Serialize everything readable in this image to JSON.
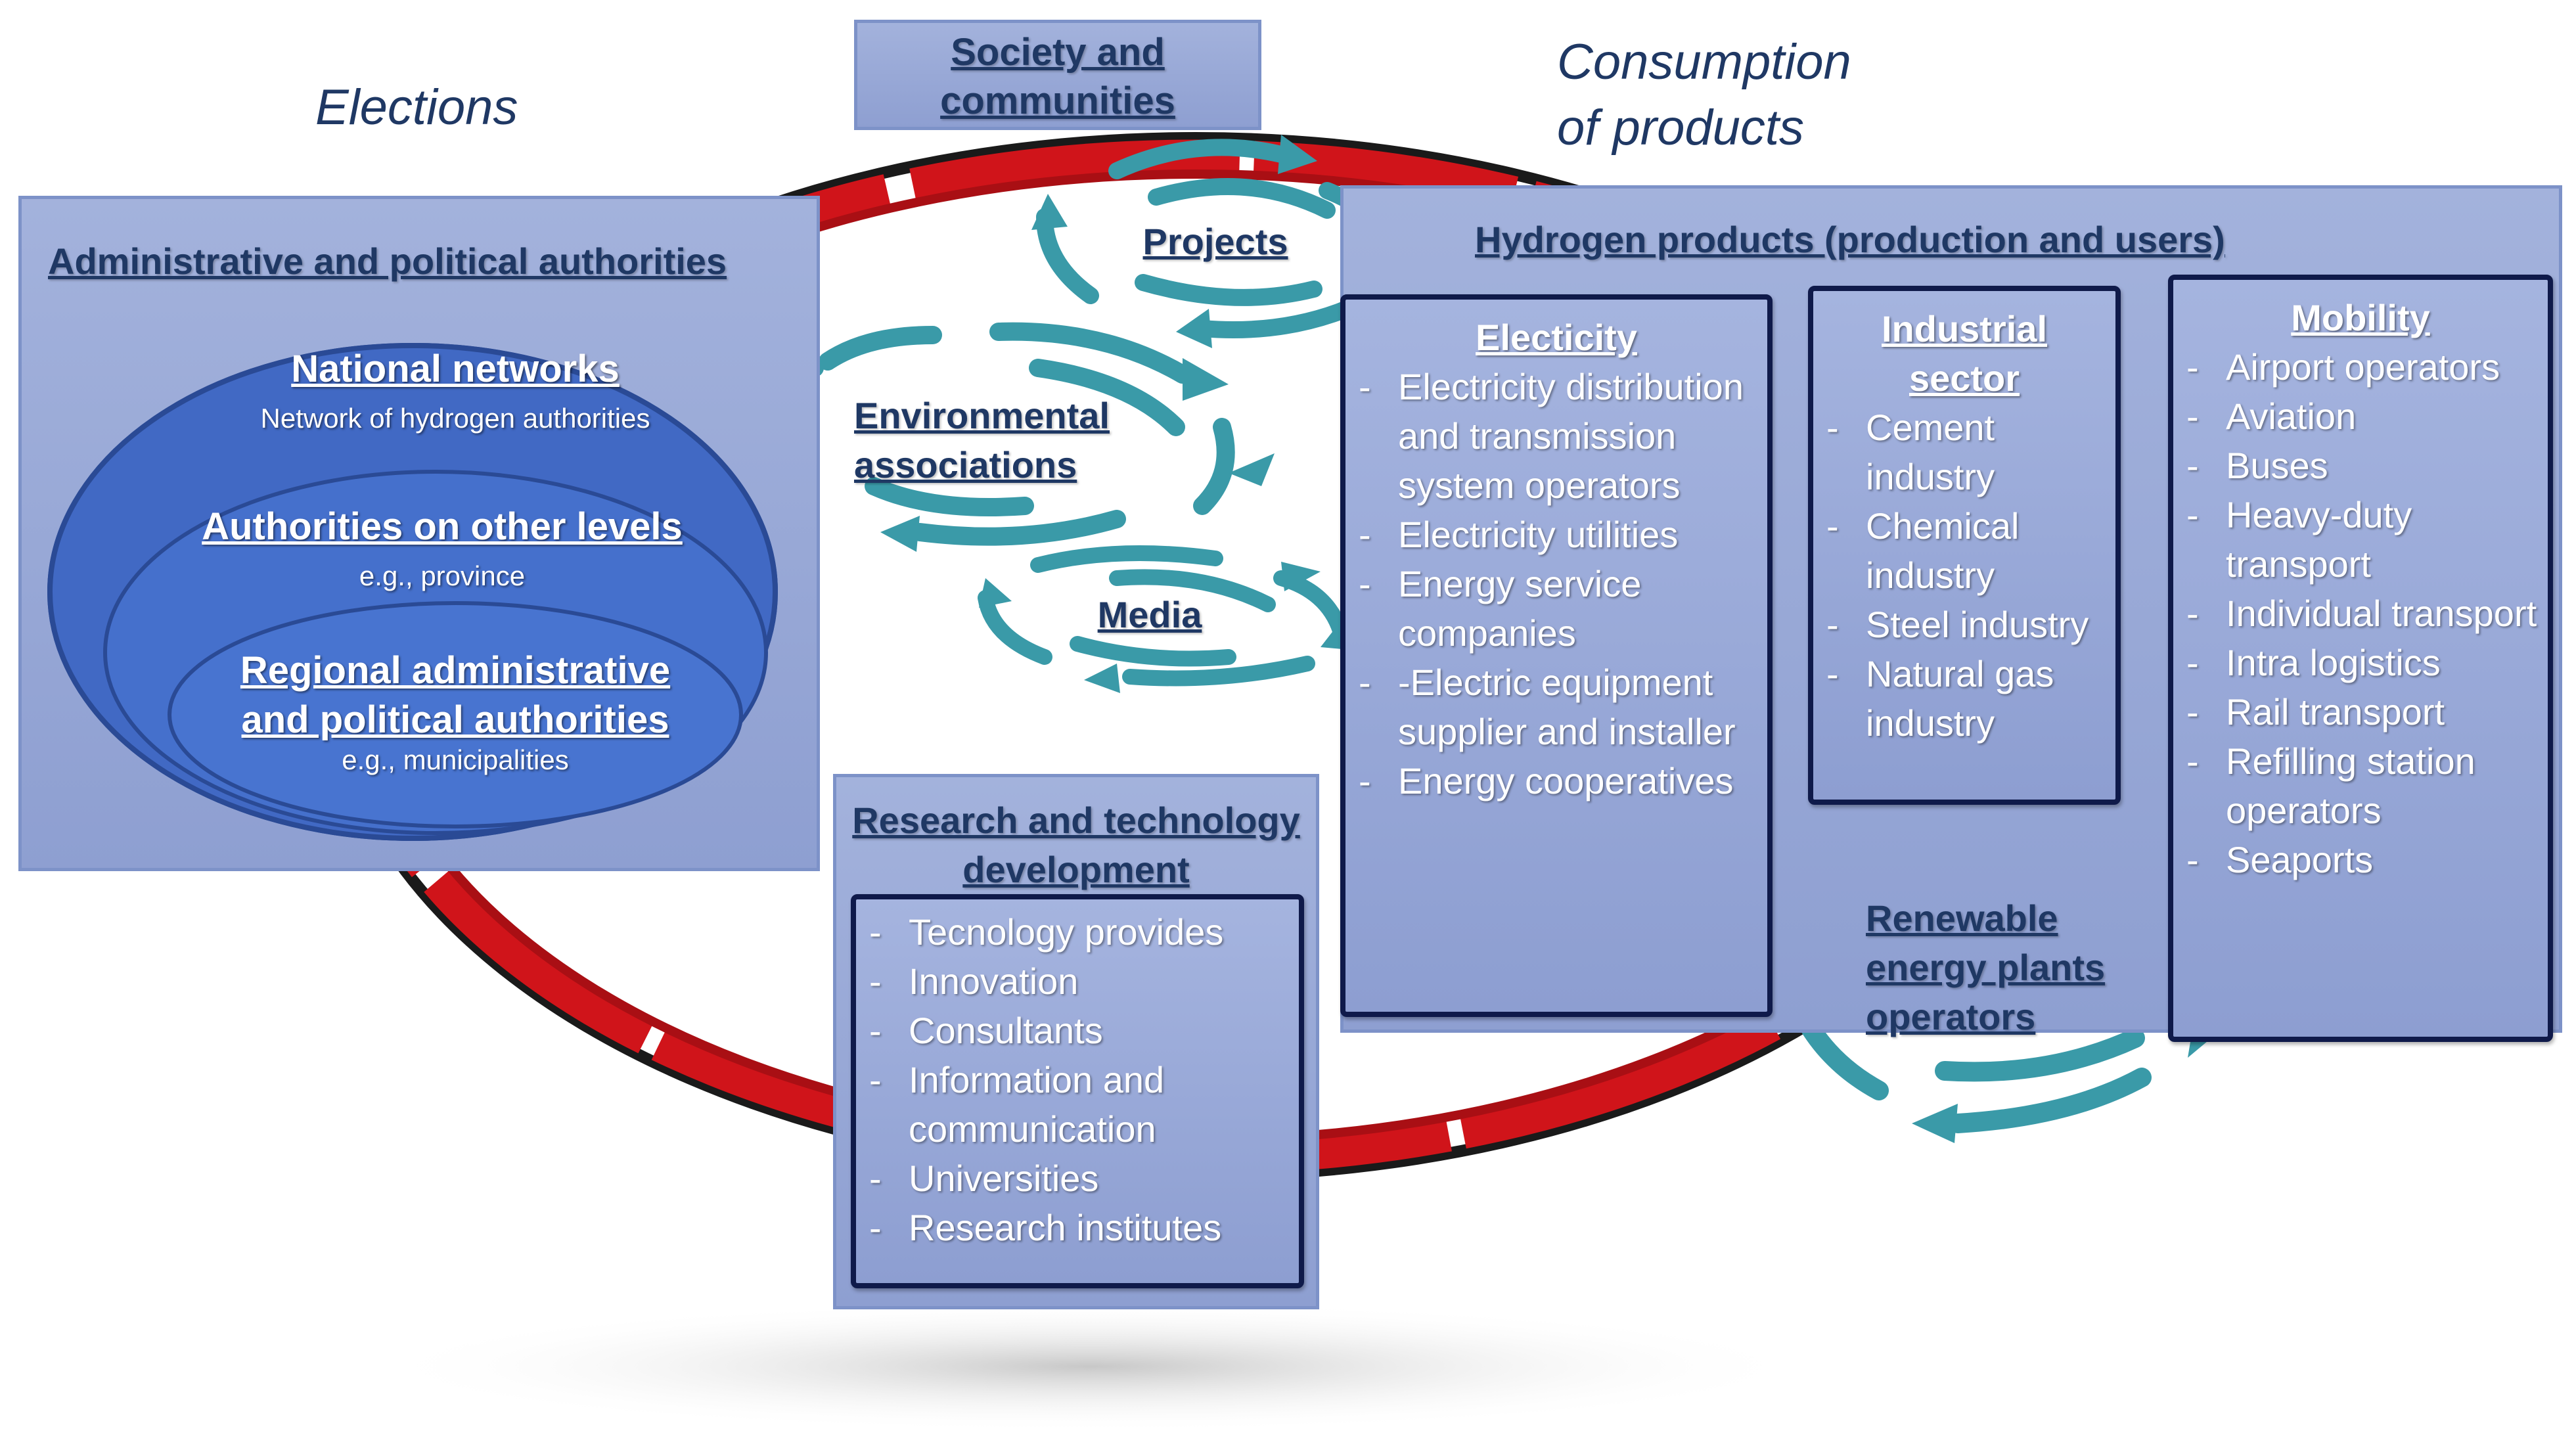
{
  "labels": {
    "elections": "Elections",
    "consumption": "Consumption\nof products"
  },
  "society": {
    "title": "Society and\ncommunities"
  },
  "authorities": {
    "title": "Administrative and political authorities",
    "national": {
      "title": "National networks",
      "sub": "Network of hydrogen authorities"
    },
    "other": {
      "title": "Authorities on other levels",
      "sub": "e.g., province"
    },
    "regional": {
      "title": "Regional administrative\nand political authorities",
      "sub": "e.g., municipalities"
    }
  },
  "swirls": {
    "projects": "Projects",
    "environmental": "Environmental\nassociations",
    "media": "Media",
    "renewable": "Renewable\nenergy plants\noperators"
  },
  "hydrogen": {
    "title": "Hydrogen products (production and users)",
    "electricity": {
      "title": "Electicity",
      "items": [
        "Electricity distribution and transmission system operators",
        "Electricity utilities",
        "Energy service companies",
        "-Electric equipment supplier and installer",
        "Energy cooperatives"
      ]
    },
    "industrial": {
      "title": "Industrial\nsector",
      "items": [
        "Cement industry",
        "Chemical industry",
        "Steel industry",
        "Natural gas industry"
      ]
    },
    "mobility": {
      "title": "Mobility",
      "items": [
        "Airport operators",
        "Aviation",
        "Buses",
        "Heavy-duty transport",
        "Individual transport",
        "Intra logistics",
        "Rail transport",
        "Refilling station operators",
        "Seaports"
      ]
    }
  },
  "research": {
    "title": "Research and technology\ndevelopment",
    "items": [
      "Tecnology provides",
      "Innovation",
      "Consultants",
      "Information and communication",
      "Universities",
      "Research institutes"
    ]
  },
  "colors": {
    "ring_red": "#d0141a",
    "panel": "#98a8d7",
    "dark_blue": "#1f3864",
    "ellipse_blue": "#4169c4",
    "swirl": "#3a9aa8"
  }
}
